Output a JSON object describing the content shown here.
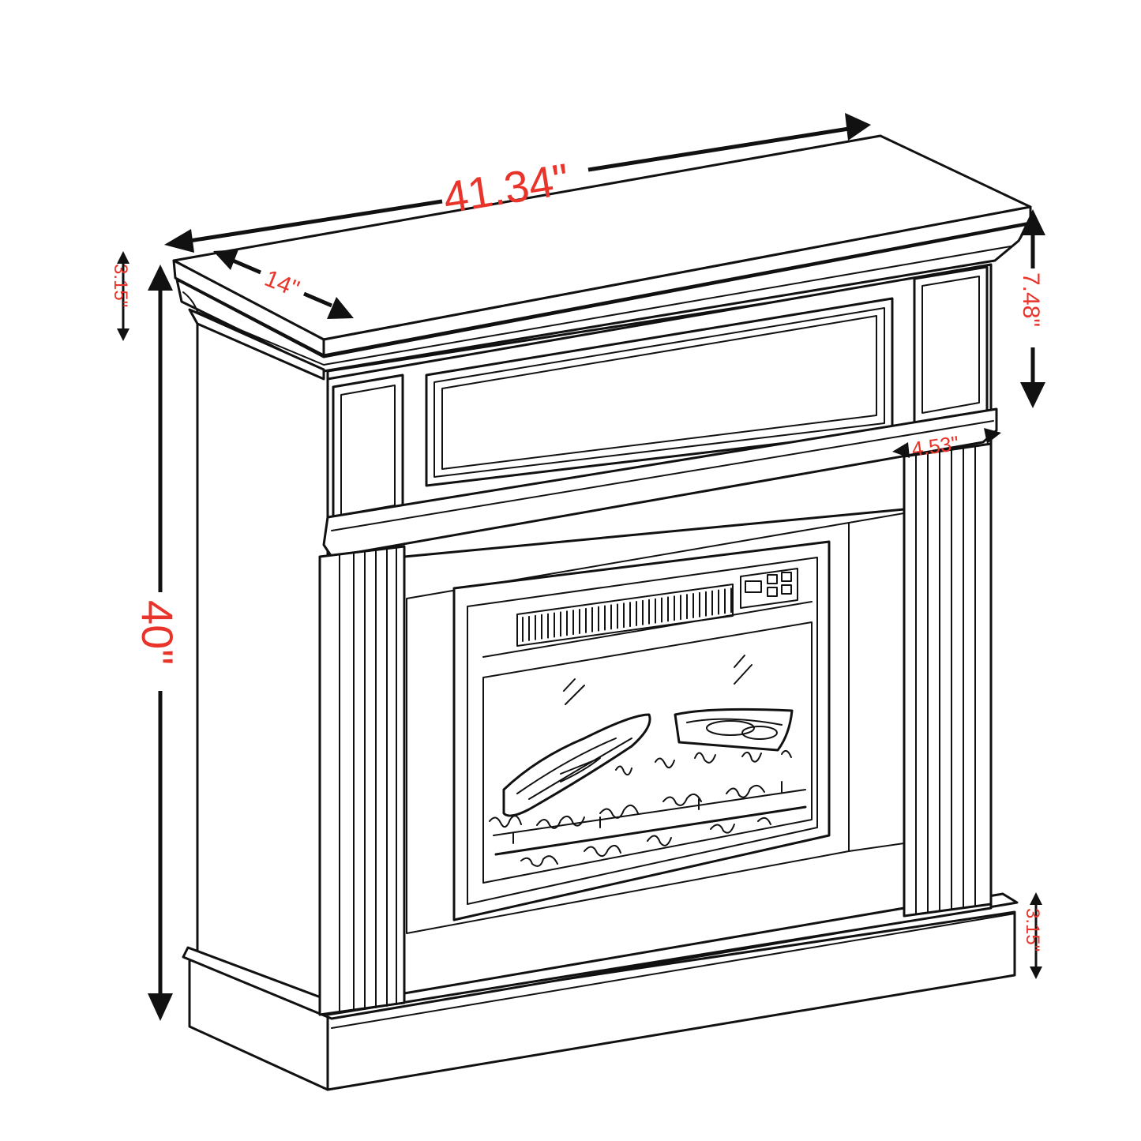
{
  "dimensions": {
    "width": "41.34\"",
    "depth": "14\"",
    "height": "40\"",
    "top_cornice": "3.15\"",
    "frieze_height": "7.48\"",
    "pilaster_width": "4.53\"",
    "base_height": "3.15\""
  },
  "colors": {
    "label": "#e8342b",
    "line": "#111111",
    "background": "#ffffff"
  }
}
